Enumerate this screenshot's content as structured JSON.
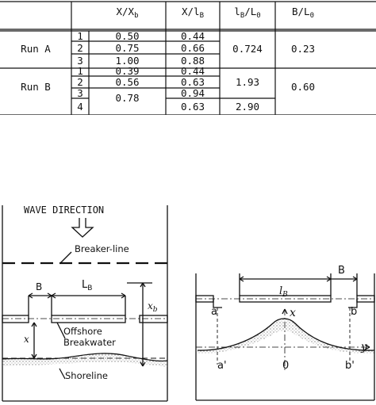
{
  "table": {
    "headers": {
      "col1_main": "X/X",
      "col1_sub": "b",
      "col2_main": "X/l",
      "col2_sub": "B",
      "col3_main": "l",
      "col3_sub1": "B",
      "col3_mid": "/L",
      "col3_sub2": "0",
      "col4_main": "B/L",
      "col4_sub": "0"
    },
    "runs": [
      {
        "name": "Run A",
        "rows": [
          {
            "n": "1",
            "x_xb": "0.50",
            "x_lb": "0.44"
          },
          {
            "n": "2",
            "x_xb": "0.75",
            "x_lb": "0.66"
          },
          {
            "n": "3",
            "x_xb": "1.00",
            "x_lb": "0.88"
          }
        ],
        "lb_l0": "0.724",
        "b_l0": "0.23"
      },
      {
        "name": "Run B",
        "rows": [
          {
            "n": "1",
            "x_xb": "0.39",
            "x_lb": "0.44"
          },
          {
            "n": "2",
            "x_xb": "0.56",
            "x_lb": "0.63"
          },
          {
            "n": "3",
            "x_xb": "0.78",
            "x_lb": "0.94"
          },
          {
            "n": "4",
            "x_xb": "",
            "x_lb": "0.63"
          }
        ],
        "lb_l0": "1.93",
        "lb_l0_row4": "2.90",
        "b_l0": "0.60"
      }
    ]
  },
  "fig_left": {
    "wave_direction": "WAVE  DIRECTION",
    "breaker_line": "Breaker-line",
    "b_label": "B",
    "lb_main": "L",
    "lb_sub": "B",
    "xb_main": "x",
    "xb_sub": "b",
    "x_label": "x",
    "offshore": "Offshore",
    "breakwater": "Breakwater",
    "shoreline": "Shoreline"
  },
  "fig_right": {
    "lb_main": "l",
    "lb_sub": "B",
    "b_label": "B",
    "a_label": "a",
    "b_point": "b",
    "x_axis": "x",
    "y_axis": "y",
    "a_prime": "a'",
    "zero": "0",
    "b_prime": "b'"
  }
}
